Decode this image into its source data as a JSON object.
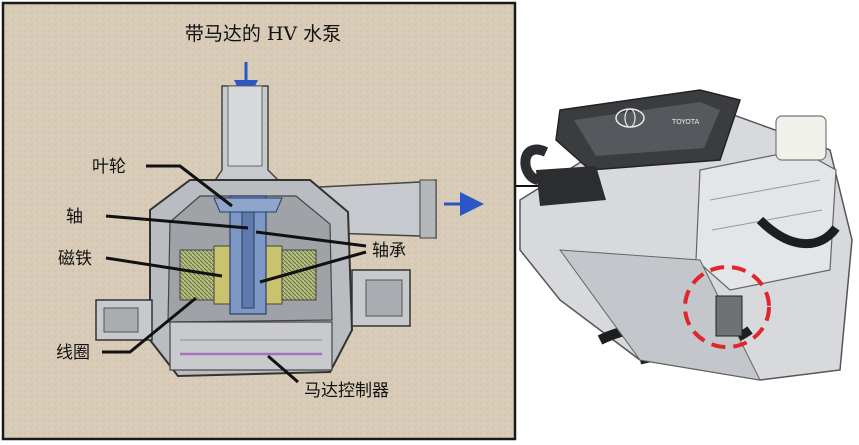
{
  "diagram": {
    "title": "带马达的 HV 水泵",
    "labels": {
      "impeller": "叶轮",
      "shaft": "轴",
      "magnet": "磁铁",
      "bearing": "轴承",
      "coil": "线圈",
      "motor_controller": "马达控制器"
    },
    "engine_logo_text": "TOYOTA"
  },
  "colors": {
    "panel_background": "#d8cbb7",
    "pump_body": "#b9bcc0",
    "rotor_blue": "#7d98c4",
    "flow_arrow": "#2a56c6",
    "highlight_circle": "#e0262a"
  }
}
